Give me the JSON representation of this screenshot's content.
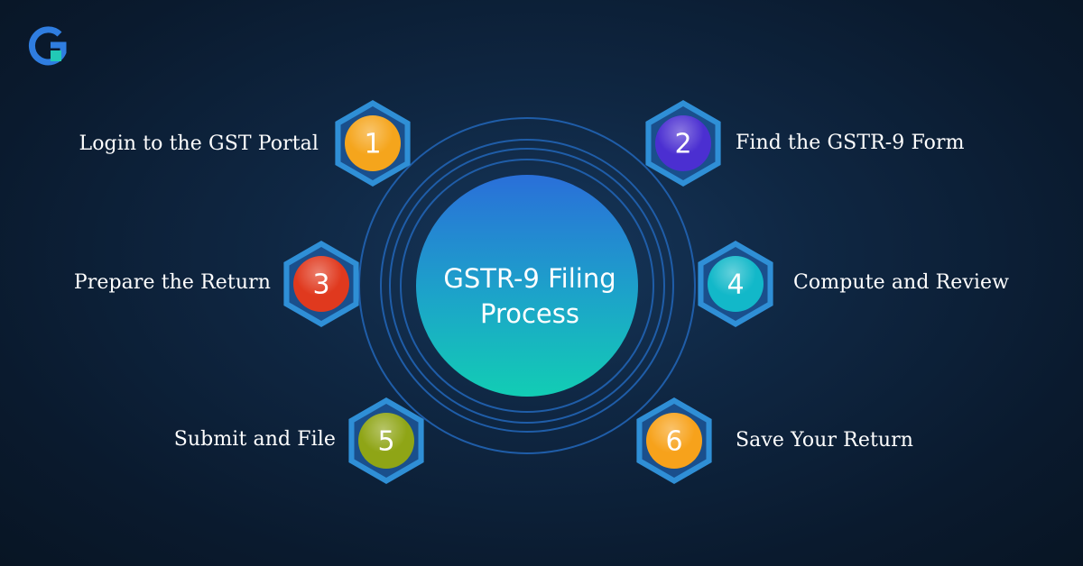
{
  "brand": {
    "logo_icon": "g-logo-icon",
    "colors": {
      "logo_primary": "#2f7de0",
      "logo_accent": "#22c9b6"
    }
  },
  "center": {
    "title_line1": "GSTR-9 Filing",
    "title_line2": "Process"
  },
  "steps": [
    {
      "number": "1",
      "label": "Login to the GST Portal",
      "color": "#f5a51c"
    },
    {
      "number": "2",
      "label": "Find the GSTR-9 Form",
      "color": "#4b2fd1"
    },
    {
      "number": "3",
      "label": "Prepare the Return",
      "color": "#e0391e"
    },
    {
      "number": "4",
      "label": "Compute and Review",
      "color": "#12b8c9"
    },
    {
      "number": "5",
      "label": "Submit and File",
      "color": "#8fa516"
    },
    {
      "number": "6",
      "label": "Save Your Return",
      "color": "#f7a21b"
    }
  ],
  "colors": {
    "background": "#0c1f36",
    "ring": "#1e5aa8",
    "hex_outer": "#2f8fd6",
    "hex_inner": "#1a4f8c"
  }
}
